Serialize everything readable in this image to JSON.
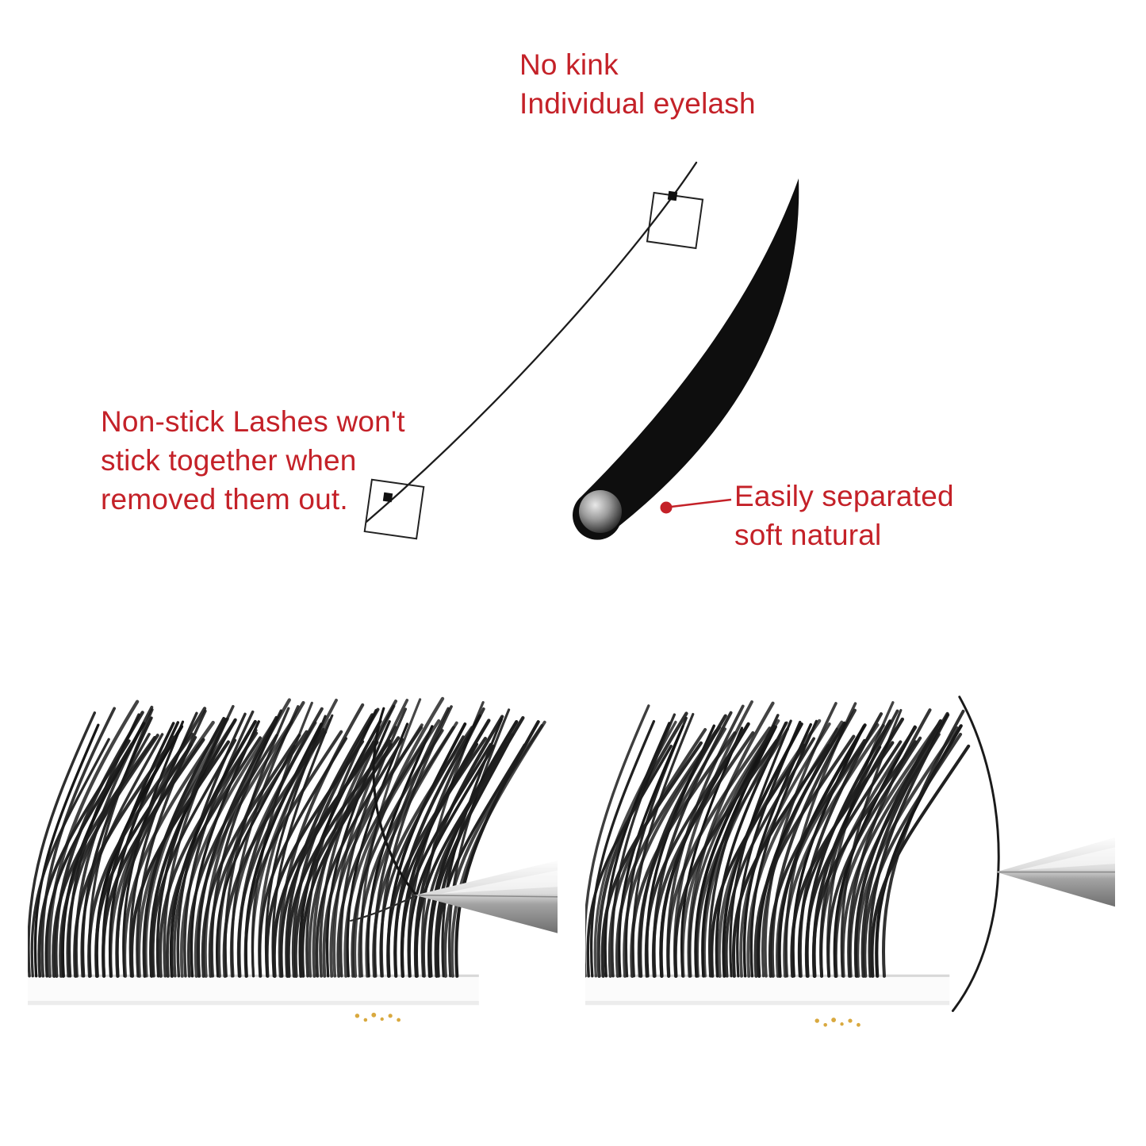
{
  "colors": {
    "accent_red": "#c42128",
    "lash_black": "#141414"
  },
  "annotations": {
    "no_kink": {
      "line1": "No kink",
      "line2": "Individual eyelash"
    },
    "non_stick": {
      "line1": "Non-stick Lashes won't",
      "line2": "stick together when",
      "line3": "removed them out."
    },
    "easily_separated": {
      "line1": "Easily separated",
      "line2": "soft natural"
    }
  }
}
